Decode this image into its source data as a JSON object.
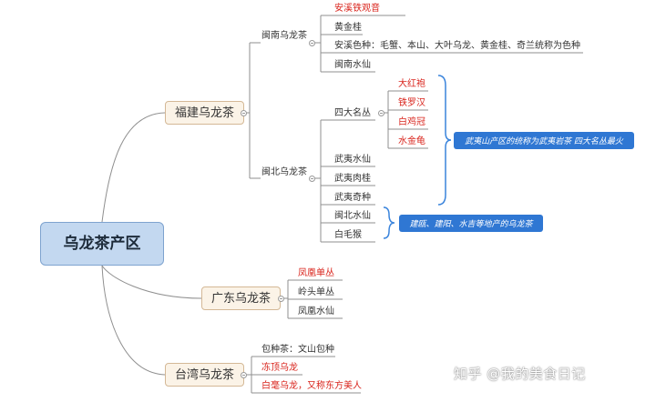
{
  "root": "乌龙茶产区",
  "regions": {
    "fujian": {
      "label": "福建乌龙茶",
      "minnan": {
        "label": "闽南乌龙茶",
        "items": [
          "安溪铁观音",
          "黄金桂",
          "安溪色种：毛蟹、本山、大叶乌龙、黄金桂、奇兰统称为色种",
          "闽南水仙"
        ]
      },
      "minbei": {
        "label": "闽北乌龙茶",
        "sidacong": {
          "label": "四大名丛",
          "items": [
            "大红袍",
            "铁罗汉",
            "白鸡冠",
            "水金龟"
          ]
        },
        "items": [
          "武夷水仙",
          "武夷肉桂",
          "武夷奇种",
          "闽北水仙",
          "白毛猴"
        ]
      }
    },
    "guangdong": {
      "label": "广东乌龙茶",
      "items": [
        "凤凰单丛",
        "岭头单丛",
        "凤凰水仙"
      ]
    },
    "taiwan": {
      "label": "台湾乌龙茶",
      "items": [
        "包种茶：文山包种",
        "冻顶乌龙",
        "白毫乌龙，又称东方美人"
      ]
    }
  },
  "callouts": {
    "wuyi": "武夷山产区的统称为武夷岩茶 四大名丛最火",
    "minbei": "建瓯、建阳、水吉等地产的乌龙茶"
  },
  "colors": {
    "root_fill": "#c3d8f0",
    "main_fill": "#fbf3e7",
    "highlight_text": "#d9241c",
    "callout_fill": "#2f77d3"
  },
  "watermark": "知乎 @我的美食日记"
}
